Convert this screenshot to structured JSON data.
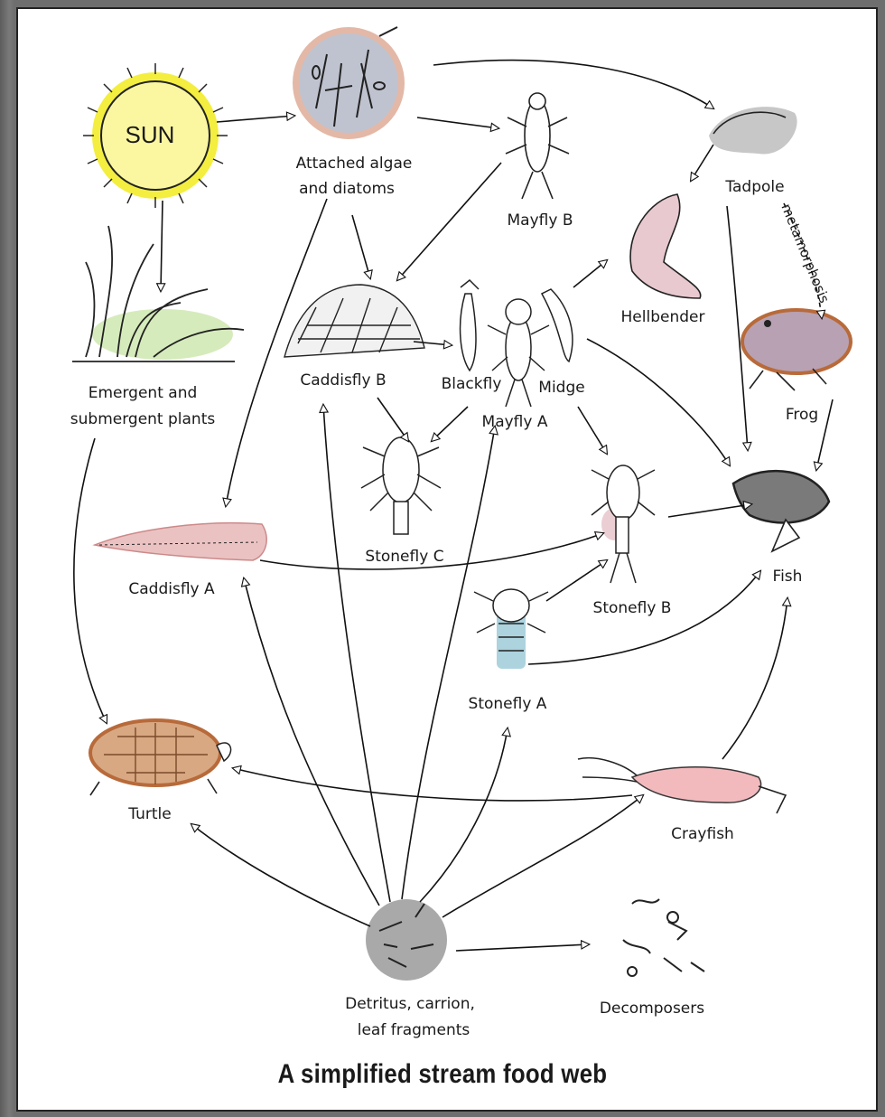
{
  "diagram": {
    "title": "A simplified stream food web",
    "organisms": {
      "sun": "SUN",
      "algae_line1": "Attached algae",
      "algae_line2": "and diatoms",
      "mayfly_b": "Mayfly B",
      "tadpole": "Tadpole",
      "metamorphosis": "metamorphosis",
      "plants_line1": "Emergent and",
      "plants_line2": "submergent plants",
      "caddisfly_b": "Caddisfly B",
      "blackfly": "Blackfly",
      "midge": "Midge",
      "mayfly_a": "Mayfly A",
      "hellbender": "Hellbender",
      "frog": "Frog",
      "stonefly_c": "Stonefly C",
      "caddisfly_a": "Caddisfly A",
      "fish": "Fish",
      "stonefly_b": "Stonefly B",
      "stonefly_a": "Stonefly A",
      "turtle": "Turtle",
      "crayfish": "Crayfish",
      "detritus_line1": "Detritus, carrion,",
      "detritus_line2": "leaf fragments",
      "decomposers": "Decomposers"
    },
    "highlight_colors": {
      "sun": "#f2ec2a",
      "algae": "#d9a08a",
      "plants": "#cfe8b0",
      "tadpole": "#bdbdbd",
      "hellbender": "#e8c9cf",
      "frog": "#b5896a",
      "fish": "#7a7a7a",
      "caddisfly_a": "#e7b3b3",
      "stonefly_b": "#e8c9cf",
      "stonefly_a": "#a9d1dc",
      "turtle": "#d8a882",
      "crayfish": "#f2b3b8",
      "detritus": "#9a9a9a"
    }
  }
}
